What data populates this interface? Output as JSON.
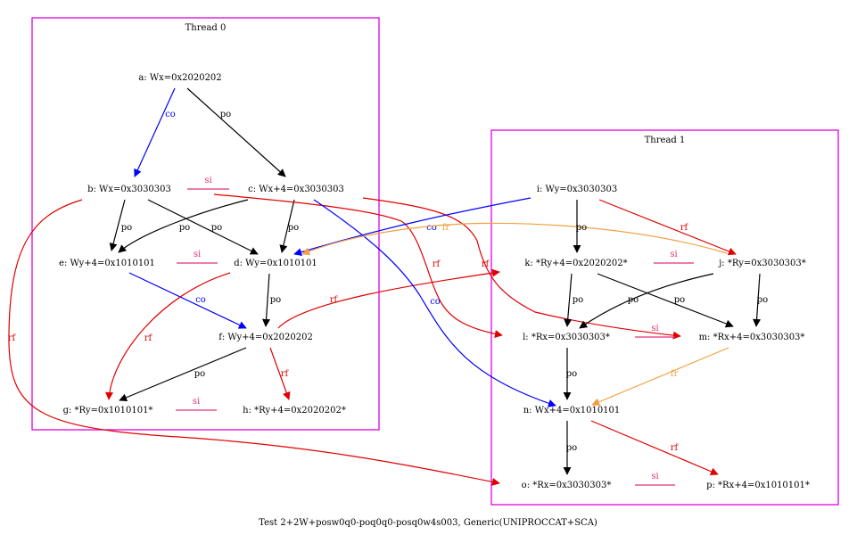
{
  "caption": "Test 2+2W+posw0q0-poq0q0-posq0w4s003, Generic(UNIPROCCAT+SCA)",
  "colors": {
    "cluster_border": "#e000e0",
    "po": "#000000",
    "co": "#0000ff",
    "rf": "#e00000",
    "fr": "#f0a040",
    "si": "#e0307a"
  },
  "threads": [
    {
      "id": "t0",
      "label": "Thread 0"
    },
    {
      "id": "t1",
      "label": "Thread 1"
    }
  ],
  "nodes": [
    {
      "id": "a",
      "label": "a: Wx=0x2020202"
    },
    {
      "id": "b",
      "label": "b: Wx=0x3030303"
    },
    {
      "id": "c",
      "label": "c: Wx+4=0x3030303"
    },
    {
      "id": "d",
      "label": "d: Wy=0x1010101"
    },
    {
      "id": "e",
      "label": "e: Wy+4=0x1010101"
    },
    {
      "id": "f",
      "label": "f: Wy+4=0x2020202"
    },
    {
      "id": "g",
      "label": "g: *Ry=0x1010101*"
    },
    {
      "id": "h",
      "label": "h: *Ry+4=0x2020202*"
    },
    {
      "id": "i",
      "label": "i: Wy=0x3030303"
    },
    {
      "id": "j",
      "label": "j: *Ry=0x3030303*"
    },
    {
      "id": "k",
      "label": "k: *Ry+4=0x2020202*"
    },
    {
      "id": "l",
      "label": "l: *Rx=0x3030303*"
    },
    {
      "id": "m",
      "label": "m: *Rx+4=0x3030303*"
    },
    {
      "id": "n",
      "label": "n: Wx+4=0x1010101"
    },
    {
      "id": "o",
      "label": "o: *Rx=0x3030303*"
    },
    {
      "id": "p",
      "label": "p: *Rx+4=0x1010101*"
    }
  ],
  "edges": [
    {
      "id": "a-b",
      "type": "co",
      "label": "co"
    },
    {
      "id": "a-c",
      "type": "po",
      "label": "po"
    },
    {
      "id": "b-e",
      "type": "po",
      "label": "po"
    },
    {
      "id": "b-d",
      "type": "po",
      "label": "po"
    },
    {
      "id": "c-e",
      "type": "po",
      "label": "po"
    },
    {
      "id": "c-d",
      "type": "po",
      "label": "po"
    },
    {
      "id": "e-f",
      "type": "co",
      "label": "co"
    },
    {
      "id": "d-f",
      "type": "po",
      "label": "po"
    },
    {
      "id": "d-g",
      "type": "rf",
      "label": "rf"
    },
    {
      "id": "f-g",
      "type": "po",
      "label": "po"
    },
    {
      "id": "f-h",
      "type": "rf",
      "label": "rf"
    },
    {
      "id": "f-k",
      "type": "rf",
      "label": "rf"
    },
    {
      "id": "b-o",
      "type": "rf",
      "label": "rf"
    },
    {
      "id": "b-l",
      "type": "rf",
      "label": "rf"
    },
    {
      "id": "c-m",
      "type": "rf",
      "label": "rf"
    },
    {
      "id": "c-n",
      "type": "co",
      "label": "co"
    },
    {
      "id": "i-d",
      "type": "co",
      "label": "co"
    },
    {
      "id": "j-d",
      "type": "fr",
      "label": "fr"
    },
    {
      "id": "i-k",
      "type": "po",
      "label": "po"
    },
    {
      "id": "i-j",
      "type": "rf",
      "label": "rf"
    },
    {
      "id": "k-l",
      "type": "po",
      "label": "po"
    },
    {
      "id": "k-m",
      "type": "po",
      "label": "po"
    },
    {
      "id": "j-l",
      "type": "po",
      "label": "po"
    },
    {
      "id": "j-m",
      "type": "po",
      "label": "po"
    },
    {
      "id": "l-n",
      "type": "po",
      "label": "po"
    },
    {
      "id": "m-n",
      "type": "fr",
      "label": "fr"
    },
    {
      "id": "n-o",
      "type": "po",
      "label": "po"
    },
    {
      "id": "n-p",
      "type": "rf",
      "label": "rf"
    }
  ],
  "si_marks": [
    {
      "id": "si-bc",
      "label": "si"
    },
    {
      "id": "si-ed",
      "label": "si"
    },
    {
      "id": "si-gh",
      "label": "si"
    },
    {
      "id": "si-kj",
      "label": "si"
    },
    {
      "id": "si-lm",
      "label": "si"
    },
    {
      "id": "si-op",
      "label": "si"
    }
  ]
}
